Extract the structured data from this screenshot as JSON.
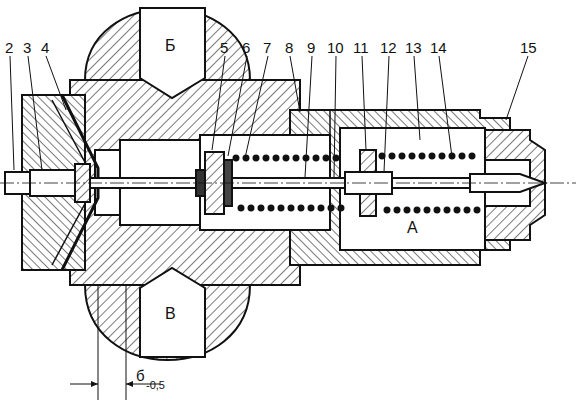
{
  "diagram": {
    "labels": [
      "2",
      "3",
      "4",
      "5",
      "6",
      "7",
      "8",
      "9",
      "10",
      "11",
      "12",
      "13",
      "14",
      "15",
      "Б",
      "В",
      "А",
      "б",
      "-0,5"
    ]
  }
}
